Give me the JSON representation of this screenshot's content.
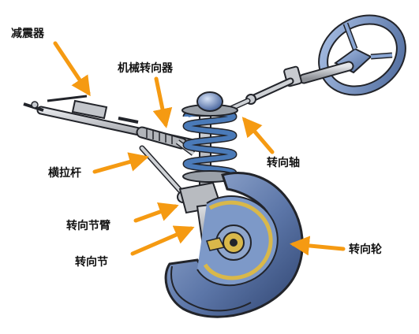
{
  "labels": {
    "shock_absorber": "减震器",
    "steering_gear": "机械转向器",
    "tie_rod": "横拉杆",
    "steering_shaft": "转向轴",
    "steering_knuckle_arm": "转向节臂",
    "steering_knuckle": "转向节",
    "steering_wheel": "转向轮"
  },
  "colors": {
    "arrow": "#f59a12",
    "spring": "#4a7ab8",
    "metal": "#b9bcc0",
    "tire": "#6f86b3",
    "tire_dark": "#3e5683",
    "rim_yellow": "#d9b84a",
    "wheel_blue": "#7d99c8",
    "outline": "#22242a"
  },
  "icons": {
    "steering_wheel": "steering-wheel-icon",
    "spring": "coil-spring-icon",
    "tire": "wheel-icon"
  }
}
